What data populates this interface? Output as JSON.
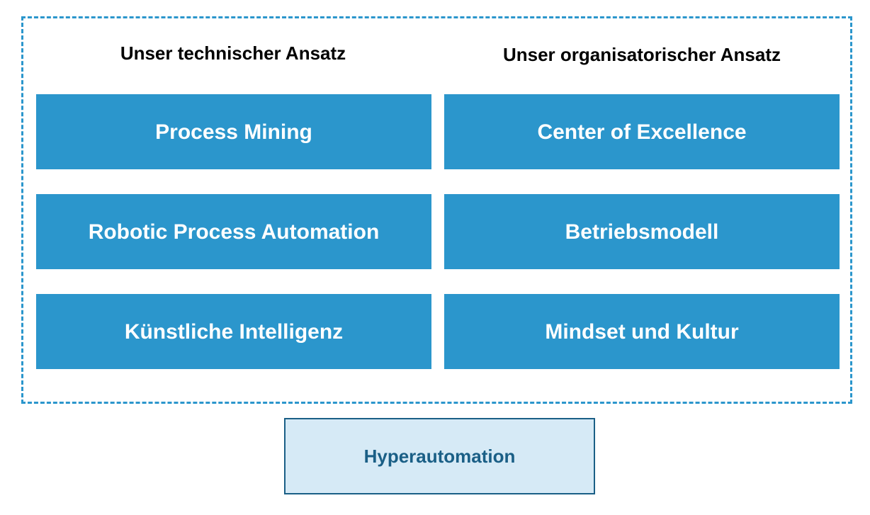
{
  "headings": {
    "left": "Unser technischer Ansatz",
    "right": "Unser organisatorischer Ansatz"
  },
  "technical": [
    "Process Mining",
    "Robotic Process Automation",
    "Künstliche Intelligenz"
  ],
  "organizational": [
    "Center of Excellence",
    "Betriebsmodell",
    "Mindset und Kultur"
  ],
  "result": "Hyperautomation",
  "colors": {
    "box_fill": "#2b96cc",
    "box_text": "#ffffff",
    "frame_border": "#2b96cc",
    "result_fill": "#d6eaf6",
    "result_border": "#1a5f86"
  }
}
